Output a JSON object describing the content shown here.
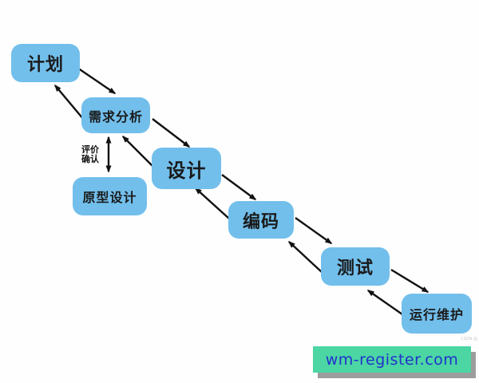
{
  "diagram": {
    "type": "flowchart",
    "description_data": {
      "nodes": [
        {
          "id": "plan",
          "label": "计划"
        },
        {
          "id": "requirements",
          "label": "需求分析"
        },
        {
          "id": "prototype",
          "label": "原型设计"
        },
        {
          "id": "design",
          "label": "设计"
        },
        {
          "id": "coding",
          "label": "编码"
        },
        {
          "id": "testing",
          "label": "测试"
        },
        {
          "id": "maintenance",
          "label": "运行维护"
        }
      ],
      "edges": [
        {
          "from": "plan",
          "to": "requirements",
          "style": "two parallel diagonal arrows, both directions"
        },
        {
          "from": "requirements",
          "to": "design",
          "style": "two parallel diagonal arrows, both directions"
        },
        {
          "from": "design",
          "to": "coding",
          "style": "two parallel diagonal arrows, both directions"
        },
        {
          "from": "coding",
          "to": "testing",
          "style": "two parallel diagonal arrows, both directions"
        },
        {
          "from": "testing",
          "to": "maintenance",
          "style": "two parallel diagonal arrows, both directions"
        },
        {
          "from": "requirements",
          "to": "prototype",
          "style": "vertical double-headed arrow",
          "label": "评价 确认"
        }
      ]
    },
    "edge_label": {
      "line1": "评价",
      "line2": "确认"
    },
    "colors": {
      "node_fill": "#72bfec",
      "arrow": "#111111",
      "background": "#fefefe"
    }
  },
  "watermark": {
    "banner_text": "wm-register.com",
    "banner_bg": "#4bd6a3",
    "banner_text_color": "#2330cc",
    "corner_text": "CSDN @"
  }
}
